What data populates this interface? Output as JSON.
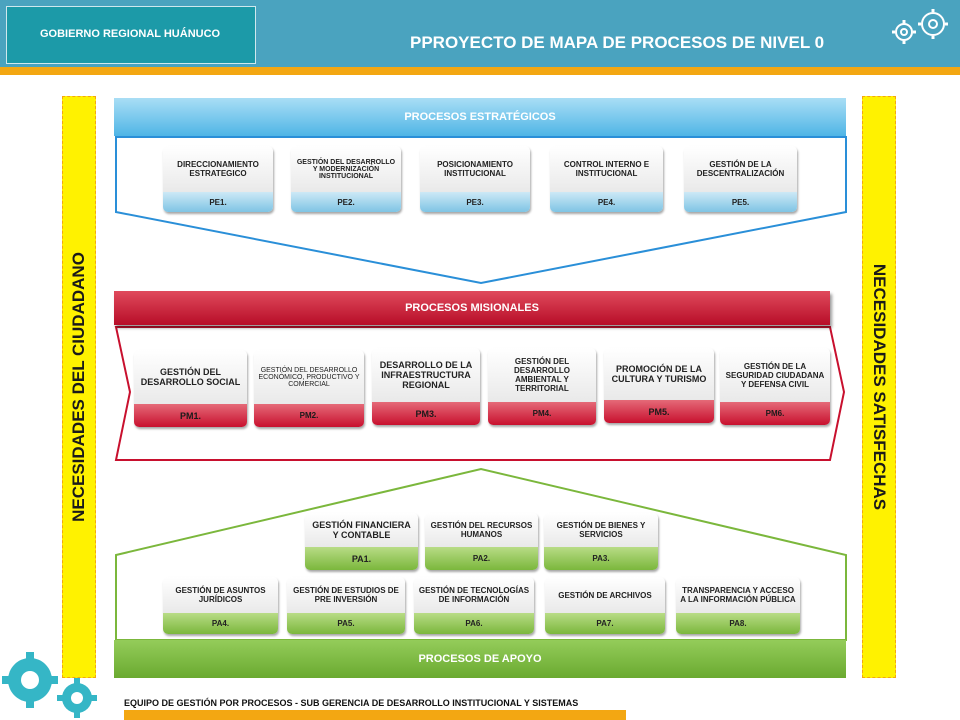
{
  "header": {
    "organization": "GOBIERNO REGIONAL HUÁNUCO",
    "title": "PPROYECTO DE MAPA DE PROCESOS DE NIVEL 0"
  },
  "sides": {
    "left": "NECESIDADES DEL CIUDADANO",
    "right": "NECESIDADES SATISFECHAS"
  },
  "strategic": {
    "title": "PROCESOS ESTRATÉGICOS",
    "items": [
      {
        "name": "DIRECCIONAMIENTO ESTRATEGICO",
        "code": "PE1."
      },
      {
        "name": "GESTIÓN DEL DESARROLLO Y MODERNIZACIÓN INSTITUCIONAL",
        "code": "PE2."
      },
      {
        "name": "POSICIONAMIENTO INSTITUCIONAL",
        "code": "PE3."
      },
      {
        "name": "CONTROL INTERNO E INSTITUCIONAL",
        "code": "PE4."
      },
      {
        "name": "GESTIÓN DE LA DESCENTRALIZACIÓN",
        "code": "PE5."
      }
    ]
  },
  "missional": {
    "title": "PROCESOS MISIONALES",
    "items": [
      {
        "name": "GESTIÓN DEL DESARROLLO SOCIAL",
        "code": "PM1."
      },
      {
        "name": "GESTIÓN DEL DESARROLLO ECONÓMICO, PRODUCTIVO Y COMERCIAL",
        "code": "PM2."
      },
      {
        "name": "DESARROLLO DE LA INFRAESTRUCTURA REGIONAL",
        "code": "PM3."
      },
      {
        "name": "GESTIÓN DEL DESARROLLO AMBIENTAL Y TERRITORIAL",
        "code": "PM4."
      },
      {
        "name": "PROMOCIÓN DE LA CULTURA Y TURISMO",
        "code": "PM5."
      },
      {
        "name": "GESTIÓN DE LA SEGURIDAD CIUDADANA Y DEFENSA CIVIL",
        "code": "PM6."
      }
    ]
  },
  "support": {
    "title": "PROCESOS DE APOYO",
    "items": [
      {
        "name": "GESTIÓN FINANCIERA Y CONTABLE",
        "code": "PA1."
      },
      {
        "name": "GESTIÓN DEL RECURSOS HUMANOS",
        "code": "PA2."
      },
      {
        "name": "GESTIÓN DE BIENES Y SERVICIOS",
        "code": "PA3."
      },
      {
        "name": "GESTIÓN DE ASUNTOS JURÍDICOS",
        "code": "PA4."
      },
      {
        "name": "GESTIÓN DE ESTUDIOS DE PRE INVERSIÓN",
        "code": "PA5."
      },
      {
        "name": "GESTIÓN DE TECNOLOGÍAS DE INFORMACIÓN",
        "code": "PA6."
      },
      {
        "name": "GESTIÓN DE ARCHIVOS",
        "code": "PA7."
      },
      {
        "name": "TRANSPARENCIA Y ACCESO A LA INFORMACIÓN PÚBLICA",
        "code": "PA8."
      }
    ]
  },
  "footer": {
    "text": "EQUIPO DE GESTIÓN POR PROCESOS - SUB GERENCIA DE DESARROLLO INSTITUCIONAL Y SISTEMAS"
  },
  "colors": {
    "header": "#4aa3bf",
    "accent": "#f3a712",
    "side": "#fff200",
    "strategic": "#6cc4ea",
    "missional": "#c8102e",
    "support": "#7bb73c"
  }
}
